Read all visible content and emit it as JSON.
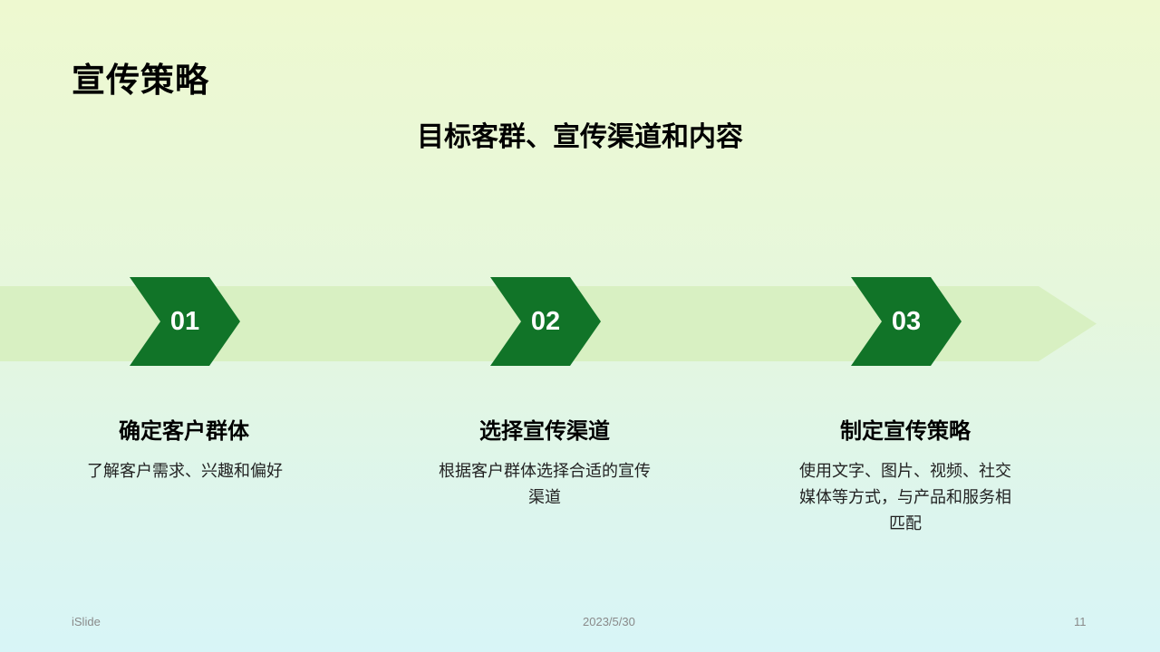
{
  "slide": {
    "title": "宣传策略",
    "subtitle": "目标客群、宣传渠道和内容"
  },
  "steps": [
    {
      "number": "01",
      "title": "确定客户群体",
      "description": "了解客户需求、兴趣和偏好"
    },
    {
      "number": "02",
      "title": "选择宣传渠道",
      "description": "根据客户群体选择合适的宣传渠道"
    },
    {
      "number": "03",
      "title": "制定宣传策略",
      "description": "使用文字、图片、视频、社交媒体等方式，与产品和服务相匹配"
    }
  ],
  "footer": {
    "brand": "iSlide",
    "date": "2023/5/30",
    "page_number": "11"
  },
  "colors": {
    "chevron": "#117428",
    "band": "#d8f0c2",
    "text": "#000000",
    "footer_text": "#8a8a8a"
  }
}
